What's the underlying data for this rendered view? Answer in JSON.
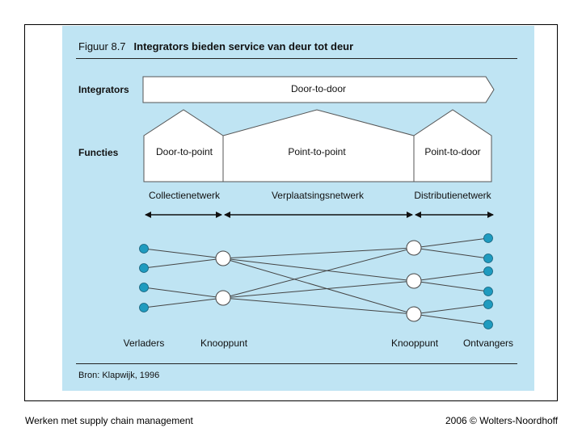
{
  "figure": {
    "number": "Figuur 8.7",
    "title": "Integrators bieden service van deur tot deur",
    "source": "Bron: Klapwijk, 1996"
  },
  "rows": {
    "integrators_label": "Integrators",
    "functies_label": "Functies"
  },
  "integrators_bar": "Door-to-door",
  "functions": [
    "Door-to-point",
    "Point-to-point",
    "Point-to-door"
  ],
  "networks": [
    "Collectienetwerk",
    "Verplaatsingsnetwerk",
    "Distributienetwerk"
  ],
  "node_labels": {
    "shippers": "Verladers",
    "hub_left": "Knooppunt",
    "hub_right": "Knooppunt",
    "receivers": "Ontvangers"
  },
  "colors": {
    "panel": "#bfe4f3",
    "node_fill": "#1f9bbf",
    "hub_fill": "#ffffff"
  },
  "footer": {
    "left": "Werken met supply chain management",
    "right": "2006 © Wolters-Noordhoff"
  }
}
